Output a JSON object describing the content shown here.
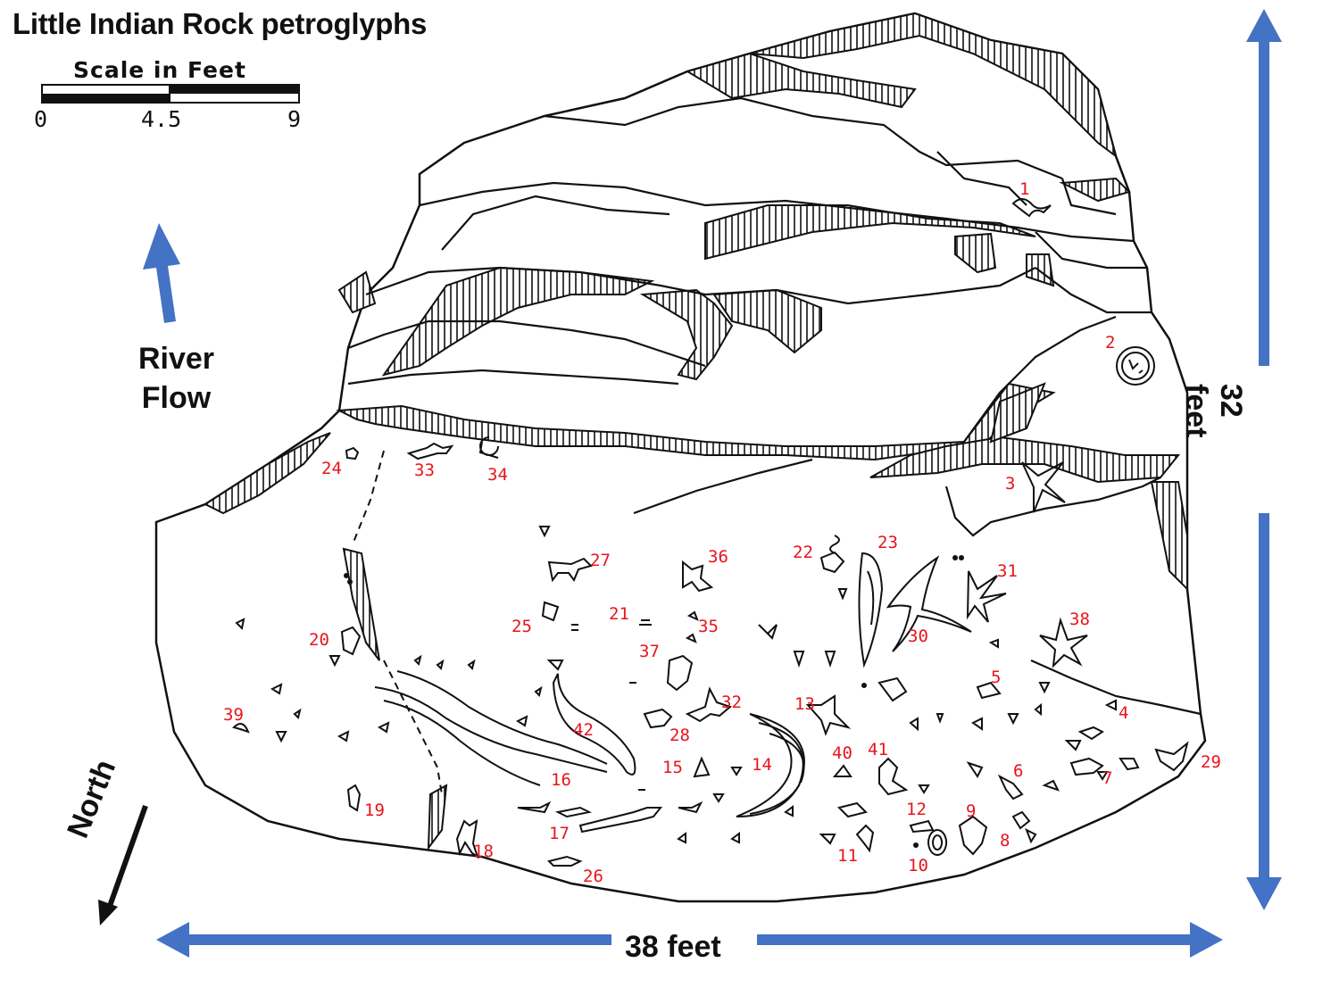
{
  "title": "Little Indian Rock petroglyphs",
  "scale": {
    "label": "Scale in Feet",
    "ticks": [
      "0",
      "4.5",
      "9"
    ]
  },
  "river_flow": {
    "line1": "River",
    "line2": "Flow"
  },
  "north": "North",
  "width_dim": "38 feet",
  "height_dim": "32 feet",
  "colors": {
    "arrow": "#4472c4",
    "numbers": "#e8141c",
    "ink": "#111111"
  },
  "petroglyph_numbers": [
    "1",
    "2",
    "3",
    "4",
    "5",
    "6",
    "7",
    "8",
    "9",
    "10",
    "11",
    "12",
    "13",
    "14",
    "15",
    "16",
    "17",
    "18",
    "19",
    "20",
    "21",
    "22",
    "23",
    "24",
    "25",
    "26",
    "27",
    "28",
    "29",
    "30",
    "31",
    "32",
    "33",
    "34",
    "35",
    "36",
    "37",
    "38",
    "39",
    "40",
    "41",
    "42"
  ]
}
